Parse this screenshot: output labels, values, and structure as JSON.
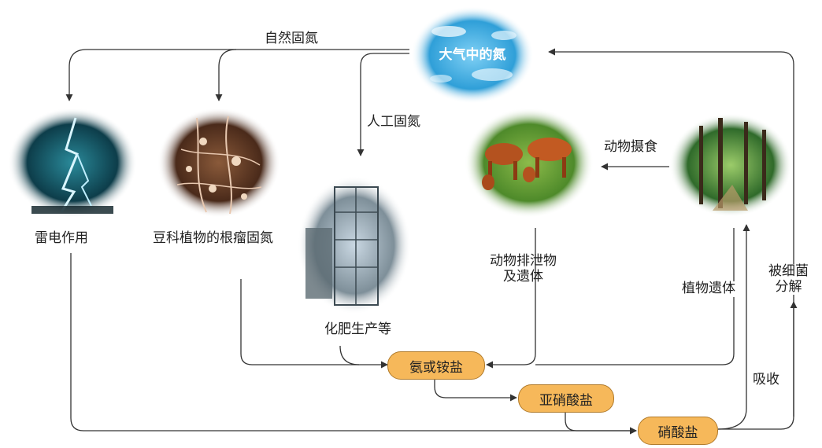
{
  "nodes": {
    "atmosphere": "大气中的氮",
    "lightning": "雷电作用",
    "legume": "豆科植物的根瘤固氮",
    "fertilizer": "化肥生产等",
    "animal_waste": "动物排泄物\n及遗体",
    "ammonium": "氨或铵盐",
    "nitrite": "亚硝酸盐",
    "nitrate": "硝酸盐"
  },
  "edge_labels": {
    "natural_fixation": "自然固氮",
    "artificial_fixation": "人工固氮",
    "animal_feeding": "动物摄食",
    "plant_remains": "植物遗体",
    "bacteria_decomposition": "被细菌\n分解",
    "absorption": "吸收"
  },
  "colors": {
    "pill_fill": "#f6b85a",
    "pill_border": "#b07a2a",
    "arrow": "#333333"
  }
}
